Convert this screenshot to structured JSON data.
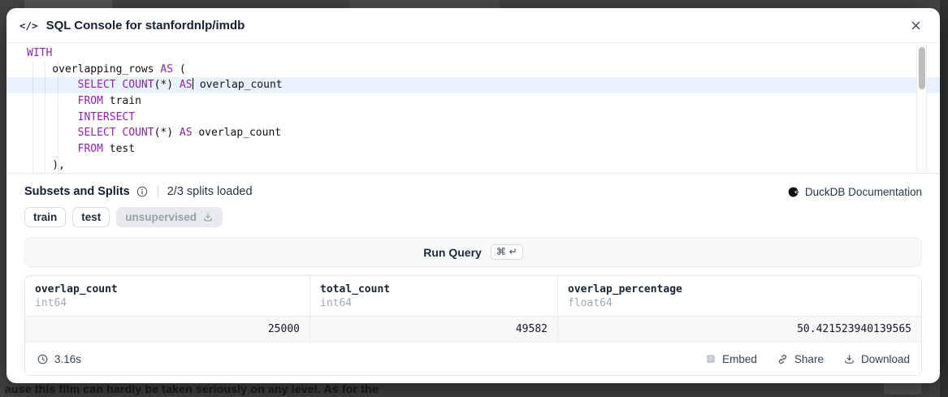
{
  "modal": {
    "icon_glyph": "</>",
    "title": "SQL Console for stanfordnlp/imdb"
  },
  "editor": {
    "lines": [
      {
        "tokens": [
          {
            "c": "k",
            "s": "WITH"
          }
        ]
      },
      {
        "tokens": [
          {
            "c": "t",
            "s": "    overlapping_rows "
          },
          {
            "c": "k",
            "s": "AS"
          },
          {
            "c": "t",
            "s": " ("
          }
        ]
      },
      {
        "active": true,
        "cursorAfter": 5,
        "tokens": [
          {
            "c": "t",
            "s": "        "
          },
          {
            "c": "k",
            "s": "SELECT"
          },
          {
            "c": "t",
            "s": " "
          },
          {
            "c": "k",
            "s": "COUNT"
          },
          {
            "c": "t",
            "s": "(*) "
          },
          {
            "c": "k",
            "s": "AS"
          },
          {
            "c": "t",
            "s": " overlap_count"
          }
        ]
      },
      {
        "tokens": [
          {
            "c": "t",
            "s": "        "
          },
          {
            "c": "k",
            "s": "FROM"
          },
          {
            "c": "t",
            "s": " train"
          }
        ]
      },
      {
        "tokens": [
          {
            "c": "t",
            "s": "        "
          },
          {
            "c": "k",
            "s": "INTERSECT"
          }
        ]
      },
      {
        "tokens": [
          {
            "c": "t",
            "s": "        "
          },
          {
            "c": "k",
            "s": "SELECT"
          },
          {
            "c": "t",
            "s": " "
          },
          {
            "c": "k",
            "s": "COUNT"
          },
          {
            "c": "t",
            "s": "(*) "
          },
          {
            "c": "k",
            "s": "AS"
          },
          {
            "c": "t",
            "s": " overlap_count"
          }
        ]
      },
      {
        "tokens": [
          {
            "c": "t",
            "s": "        "
          },
          {
            "c": "k",
            "s": "FROM"
          },
          {
            "c": "t",
            "s": " test"
          }
        ]
      },
      {
        "tokens": [
          {
            "c": "t",
            "s": "    ),"
          }
        ]
      }
    ],
    "keyword_color": "#8d25ad",
    "active_line_color": "#e7f2fc"
  },
  "subsets": {
    "label": "Subsets and Splits",
    "status": "2/3 splits loaded",
    "docs_link": "DuckDB Documentation",
    "tags": [
      {
        "label": "train",
        "loaded": true
      },
      {
        "label": "test",
        "loaded": true
      },
      {
        "label": "unsupervised",
        "loaded": false
      }
    ]
  },
  "run": {
    "label": "Run Query",
    "shortcut": "⌘ ↵"
  },
  "results": {
    "columns": [
      {
        "name": "overlap_count",
        "type": "int64"
      },
      {
        "name": "total_count",
        "type": "int64"
      },
      {
        "name": "overlap_percentage",
        "type": "float64"
      }
    ],
    "row": [
      "25000",
      "49582",
      "50.421523940139565"
    ],
    "duration": "3.16s",
    "actions": [
      "Embed",
      "Share",
      "Download"
    ]
  },
  "background": {
    "dimmed_text": "ause this film can hardly be taken seriously on any level. As for the"
  }
}
